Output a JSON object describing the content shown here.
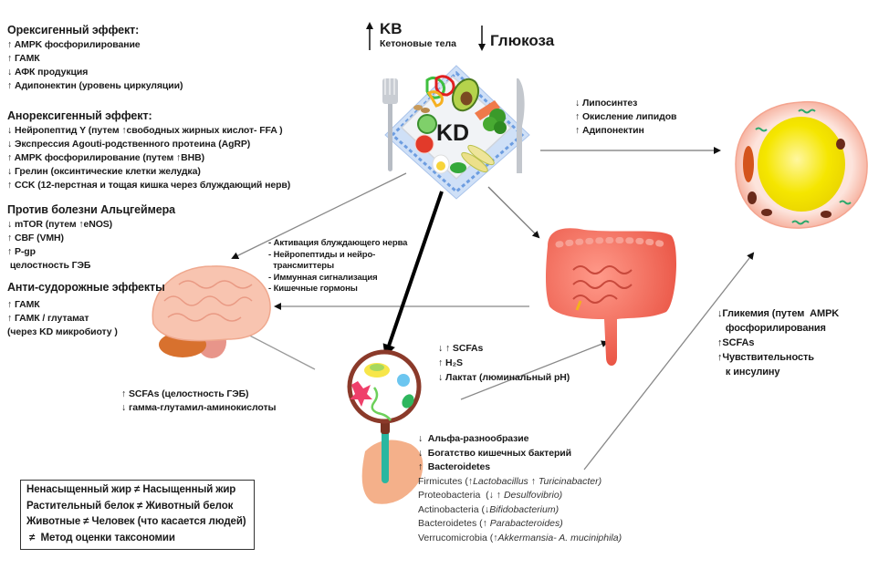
{
  "top": {
    "kb_arrow": "↑",
    "kb_label": "KB",
    "kb_sub": "Кетоновые тела",
    "glucose_arrow": "↓",
    "glucose_label": "Глюкоза",
    "plate_label": "KD"
  },
  "orexigenic": {
    "title": "Орексигенный эффект:",
    "items": [
      "↑ AMPK фосфорилирование",
      "↑ ГАМК",
      "↓ АФК продукция",
      "↑ Адипонектин (уровень циркуляции)"
    ]
  },
  "anorexigenic": {
    "title": "Анорексигенный эффект:",
    "items": [
      "↓ Нейропептид Y (путем ↑свободных жирных кислот- FFA )",
      "↓ Экспрессия Agouti-родственного протеина (AgRP)",
      "↑ AMPK фосфорилирование  (путем ↑BHB)",
      "↓ Грелин (оксинтические клетки желудка)",
      "↑ CCK (12-перстная и тощая кишка через блуждающий нерв)"
    ]
  },
  "alzheimer": {
    "title": "Против болезни Альцгеймера",
    "items": [
      "↓ mTOR (путем ↑eNOS)",
      "↑ CBF (VMH)",
      "↑ P-gp",
      " целостность ГЭБ"
    ]
  },
  "anticonvulsant": {
    "title": "Анти-судорожные эффекты",
    "items": [
      "↑ ГАМК",
      "↑ ГАМК / глутамат",
      "(через KD микробиоту )"
    ]
  },
  "gut_brain_axis": {
    "items": [
      "- Активация блуждающего нерва",
      "- Нейропептиды и нейро-",
      "  трансмиттеры",
      "- Иммунная сигнализация",
      "- Кишечные гормоны"
    ]
  },
  "adipose": {
    "items": [
      "↓ Липосинтез",
      "↑ Окисление липидов",
      "↑ Адипонектин"
    ]
  },
  "gut_metabolites": {
    "items": [
      "↓ ↑ SCFAs",
      "↑ H₂S",
      "↓ Лактат (люминальный pH)"
    ]
  },
  "microbiota_to_brain": {
    "items": [
      "↑ SCFAs (целостность ГЭБ)",
      "↓ гамма-глутамил-аминокислоты"
    ]
  },
  "metabolic": {
    "items": [
      "↓Гликемия (путем  AMPK",
      "   фосфорилирования",
      "↑SCFAs",
      "↑Чувствительность",
      "   к инсулину"
    ]
  },
  "microbiota": {
    "bold_items": [
      "↓  Альфа-разнообразие",
      "↓  Богатство кишечных бактерий",
      "↑  Bacteroidetes"
    ],
    "taxa": [
      {
        "phylum": "Firmicutes (",
        "detail": "↑Lactobacillus ↑ Turicinabacter)"
      },
      {
        "phylum": "Proteobacteria  (↓ ↑ ",
        "detail": "Desulfovibrio)"
      },
      {
        "phylum": "Actinobacteria (",
        "detail": "↓Bifidobacterium)"
      },
      {
        "phylum": "Bacteroidetes (↑ ",
        "detail": "Parabacteroides)"
      },
      {
        "phylum": "Verrucomicrobia (",
        "detail": "↑Akkermansia- A. muciniphila)"
      }
    ]
  },
  "caveats": {
    "items": [
      "Ненасыщенный жир ≠ Насыщенный жир",
      "Растительный белок ≠ Животный белок",
      "Животные ≠ Человек (что касается людей)",
      " ≠  Метод оценки таксономии"
    ]
  },
  "colors": {
    "brain": "#f6b8a0",
    "intestine": "#f26a5a",
    "fat_cell": "#f5e600",
    "magnifier_frame": "#8b3a2a",
    "arrow_main": "#000000",
    "arrow_thin": "#888888"
  }
}
